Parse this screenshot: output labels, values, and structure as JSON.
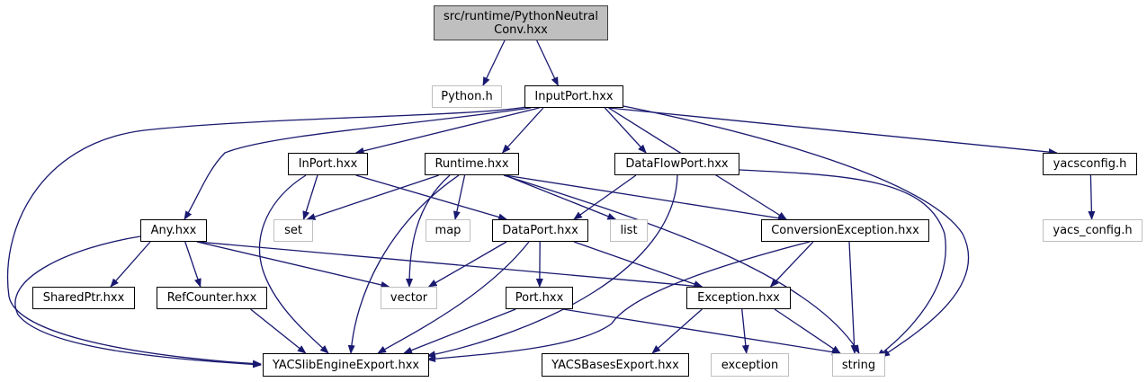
{
  "diagram": {
    "title": "Include dependency graph for PythonNeutralConv.hxx",
    "edge_color": "#191970",
    "nodes": [
      {
        "id": "root",
        "label_lines": [
          "src/runtime/PythonNeutral",
          "Conv.hxx"
        ],
        "kind": "root"
      },
      {
        "id": "python_h",
        "label": "Python.h",
        "kind": "system"
      },
      {
        "id": "inputport",
        "label": "InputPort.hxx",
        "kind": "local"
      },
      {
        "id": "inport",
        "label": "InPort.hxx",
        "kind": "local"
      },
      {
        "id": "runtime",
        "label": "Runtime.hxx",
        "kind": "local"
      },
      {
        "id": "dataflowport",
        "label": "DataFlowPort.hxx",
        "kind": "local"
      },
      {
        "id": "yacsconfig",
        "label": "yacsconfig.h",
        "kind": "local"
      },
      {
        "id": "any",
        "label": "Any.hxx",
        "kind": "local"
      },
      {
        "id": "set",
        "label": "set",
        "kind": "system"
      },
      {
        "id": "map",
        "label": "map",
        "kind": "system"
      },
      {
        "id": "dataport",
        "label": "DataPort.hxx",
        "kind": "local"
      },
      {
        "id": "list",
        "label": "list",
        "kind": "system"
      },
      {
        "id": "conversionexception",
        "label": "ConversionException.hxx",
        "kind": "local"
      },
      {
        "id": "yacs_config",
        "label": "yacs_config.h",
        "kind": "system"
      },
      {
        "id": "sharedptr",
        "label": "SharedPtr.hxx",
        "kind": "local"
      },
      {
        "id": "refcounter",
        "label": "RefCounter.hxx",
        "kind": "local"
      },
      {
        "id": "vector",
        "label": "vector",
        "kind": "system"
      },
      {
        "id": "port",
        "label": "Port.hxx",
        "kind": "local"
      },
      {
        "id": "exception_hxx",
        "label": "Exception.hxx",
        "kind": "local"
      },
      {
        "id": "yacslibengineexport",
        "label": "YACSlibEngineExport.hxx",
        "kind": "local"
      },
      {
        "id": "yacsbasesexport",
        "label": "YACSBasesExport.hxx",
        "kind": "local"
      },
      {
        "id": "exception",
        "label": "exception",
        "kind": "system"
      },
      {
        "id": "string",
        "label": "string",
        "kind": "system"
      }
    ],
    "edges": [
      [
        "root",
        "python_h"
      ],
      [
        "root",
        "inputport"
      ],
      [
        "inputport",
        "inport"
      ],
      [
        "inputport",
        "runtime"
      ],
      [
        "inputport",
        "dataflowport"
      ],
      [
        "inputport",
        "yacsconfig"
      ],
      [
        "inputport",
        "any"
      ],
      [
        "inputport",
        "conversionexception"
      ],
      [
        "inputport",
        "yacslibengineexport"
      ],
      [
        "inputport",
        "string"
      ],
      [
        "inport",
        "set"
      ],
      [
        "inport",
        "dataport"
      ],
      [
        "inport",
        "yacslibengineexport"
      ],
      [
        "runtime",
        "set"
      ],
      [
        "runtime",
        "map"
      ],
      [
        "runtime",
        "list"
      ],
      [
        "runtime",
        "vector"
      ],
      [
        "runtime",
        "conversionexception"
      ],
      [
        "runtime",
        "string"
      ],
      [
        "runtime",
        "yacslibengineexport"
      ],
      [
        "dataflowport",
        "dataport"
      ],
      [
        "dataflowport",
        "string"
      ],
      [
        "dataflowport",
        "yacslibengineexport"
      ],
      [
        "yacsconfig",
        "yacs_config"
      ],
      [
        "any",
        "sharedptr"
      ],
      [
        "any",
        "refcounter"
      ],
      [
        "any",
        "vector"
      ],
      [
        "any",
        "exception_hxx"
      ],
      [
        "any",
        "yacslibengineexport"
      ],
      [
        "dataport",
        "vector"
      ],
      [
        "dataport",
        "port"
      ],
      [
        "dataport",
        "exception_hxx"
      ],
      [
        "dataport",
        "yacslibengineexport"
      ],
      [
        "conversionexception",
        "exception_hxx"
      ],
      [
        "conversionexception",
        "string"
      ],
      [
        "conversionexception",
        "yacslibengineexport"
      ],
      [
        "refcounter",
        "yacslibengineexport"
      ],
      [
        "port",
        "string"
      ],
      [
        "port",
        "yacslibengineexport"
      ],
      [
        "exception_hxx",
        "yacsbasesexport"
      ],
      [
        "exception_hxx",
        "exception"
      ],
      [
        "exception_hxx",
        "string"
      ]
    ]
  }
}
